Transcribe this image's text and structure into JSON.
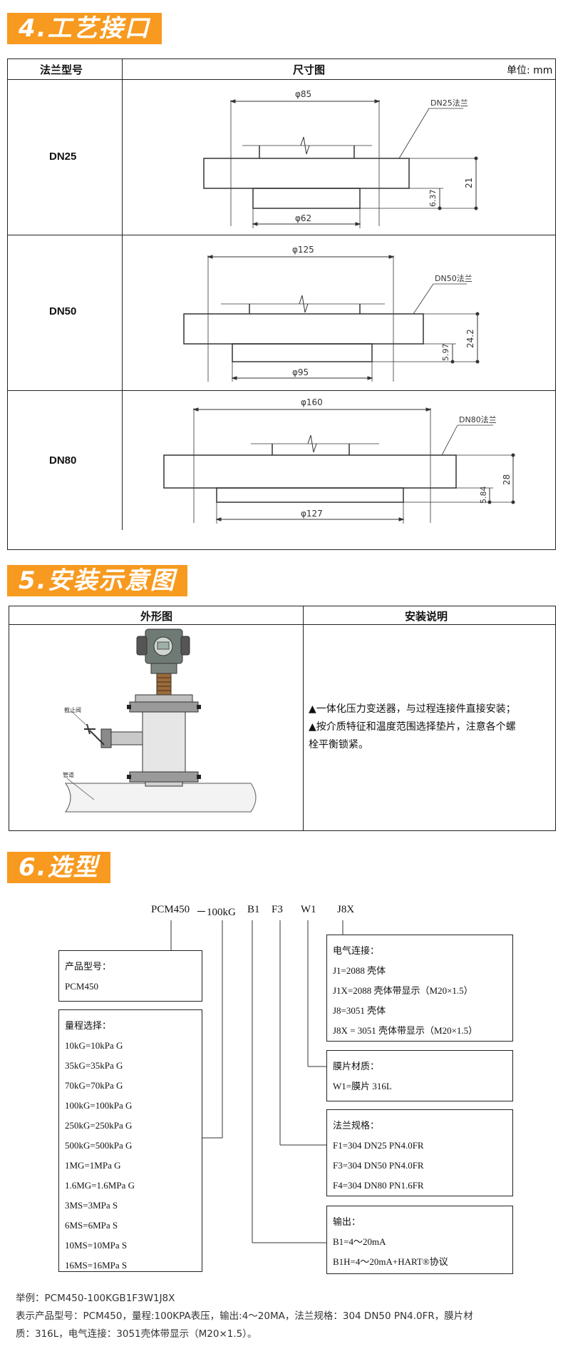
{
  "sections": {
    "s4": "4.工艺接口",
    "s5": "5.安装示意图",
    "s6": "6.选型"
  },
  "flange_table": {
    "header_model": "法兰型号",
    "header_drawing": "尺寸图",
    "header_unit": "单位: mm",
    "rows": [
      {
        "model": "DN25",
        "dn_label": "DN25法兰",
        "outer_dia": "φ85",
        "inner_dia": "φ62",
        "thickness": "21",
        "raised": "6.37"
      },
      {
        "model": "DN50",
        "dn_label": "DN50法兰",
        "outer_dia": "φ125",
        "inner_dia": "φ95",
        "thickness": "24.2",
        "raised": "5.97"
      },
      {
        "model": "DN80",
        "dn_label": "DN80法兰",
        "outer_dia": "φ160",
        "inner_dia": "φ127",
        "thickness": "28",
        "raised": "5.84"
      }
    ]
  },
  "install_table": {
    "header_shape": "外形图",
    "header_desc": "安装说明",
    "fig_valve_label": "截止阀",
    "fig_pipe_label": "管道",
    "desc_lines": [
      "▲一体化压力变送器，与过程连接件直接安装；",
      "▲按介质特征和温度范围选择垫片，注意各个螺",
      "栓平衡锁紧。"
    ]
  },
  "selection": {
    "code_parts": [
      "PCM450",
      "－100kG",
      "B1",
      "F3",
      "W1",
      "J8X"
    ],
    "product_box": {
      "title": "产品型号：",
      "items": [
        "PCM450"
      ]
    },
    "range_box": {
      "title": "量程选择：",
      "items": [
        "10kG=10kPa G",
        "35kG=35kPa G",
        "70kG=70kPa G",
        "100kG=100kPa G",
        "250kG=250kPa G",
        "500kG=500kPa G",
        "1MG=1MPa G",
        "1.6MG=1.6MPa G",
        "3MS=3MPa S",
        "6MS=6MPa S",
        "10MS=10MPa S",
        "16MS=16MPa S"
      ]
    },
    "electrical_box": {
      "title": "电气连接：",
      "items": [
        "J1=2088 壳体",
        "J1X=2088 壳体带显示（M20×1.5）",
        "J8=3051 壳体",
        "J8X = 3051 壳体带显示（M20×1.5）"
      ]
    },
    "membrane_box": {
      "title": "膜片材质：",
      "items": [
        "W1=膜片 316L"
      ]
    },
    "flange_box": {
      "title": "法兰规格：",
      "items": [
        "F1=304 DN25 PN4.0FR",
        "F3=304 DN50 PN4.0FR",
        "F4=304 DN80 PN1.6FR"
      ]
    },
    "output_box": {
      "title": "输出：",
      "items": [
        "B1=4～20mA",
        "B1H=4～20mA+HART®协议"
      ]
    }
  },
  "footer": {
    "example": "举例：PCM450-100KGB1F3W1J8X",
    "explain_1": "表示产品型号：PCM450，量程:100KPA表压，输出:4～20MA，法兰规格：304 DN50 PN4.0FR，膜片材",
    "explain_2": "质：316L，电气连接：3051壳体带显示（M20×1.5）。"
  }
}
